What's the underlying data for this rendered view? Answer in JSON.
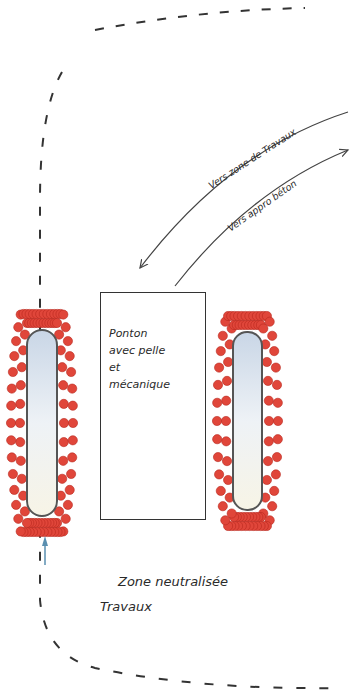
{
  "diagram": {
    "nodes": [
      {
        "text": [
          "Ponton avec pelle et mécanique"
        ]
      }
    ],
    "labels": [
      "Vers zone de Travaux",
      "Vers appro béton",
      "Zone neutralisée Travaux"
    ]
  }
}
